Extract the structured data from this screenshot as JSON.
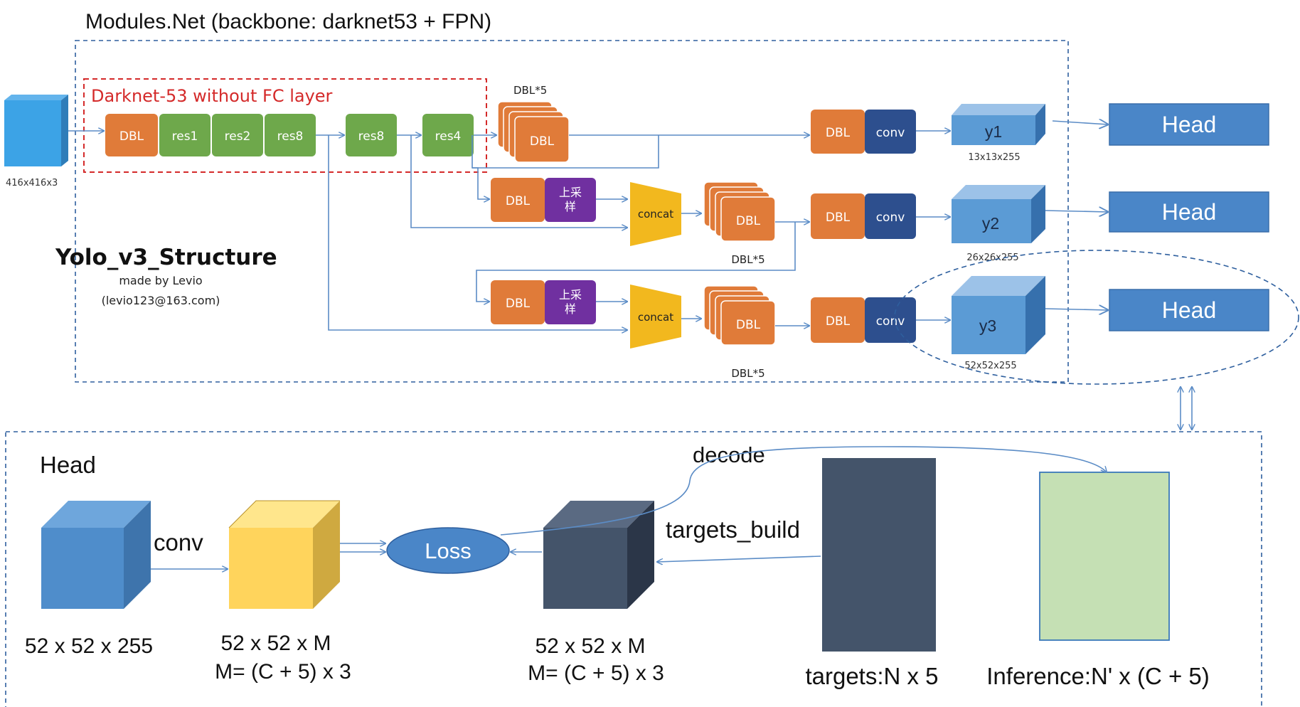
{
  "colors": {
    "blue_box": "#4a86c8",
    "head_blue": "#4a86c8",
    "dbl_orange": "#e07b39",
    "res_green": "#6ea84b",
    "conv_navy": "#2d4f8e",
    "upsample_purple": "#7030a0",
    "concat_yellow": "#f2b81e",
    "dark_slate": "#44546a",
    "light_green": "#c5e0b4",
    "yellow_cube": "#ffd966",
    "red_dashed": "#d42a2a",
    "dashed_border": "#2e5f9e",
    "arrow": "#5b8cc6"
  },
  "top": {
    "title": "Modules.Net (backbone: darknet53 + FPN)",
    "darknet_label": "Darknet-53 without FC layer",
    "input_size": "416x416x3",
    "backbone": {
      "dbl": "DBL",
      "res1": "res1",
      "res2": "res2",
      "res8a": "res8",
      "res8b": "res8",
      "res4": "res4"
    },
    "dbl5_label": "DBL*5",
    "dbl": "DBL",
    "conv": "conv",
    "upsample": "上采样",
    "concat": "concat",
    "y1": "y1",
    "y2": "y2",
    "y3": "y3",
    "y1_size": "13x13x255",
    "y2_size": "26x26x255",
    "y3_size": "52x52x255",
    "head": "Head",
    "structure_title": "Yolo_v3_Structure",
    "made_by": "made by Levio",
    "email": "(levio123@163.com)"
  },
  "bottom": {
    "head_title": "Head",
    "conv": "conv",
    "loss": "Loss",
    "decode": "decode",
    "targets_build": "targets_build",
    "cube1_label": "52 x 52 x 255",
    "cube2_label_1": "52 x 52 x M",
    "cube2_label_2": "M= (C + 5) x 3",
    "cube3_label_1": "52 x 52 x M",
    "cube3_label_2": "M= (C + 5) x 3",
    "targets_label": "targets:N x 5",
    "inference_label": "Inference:N' x (C + 5)"
  }
}
